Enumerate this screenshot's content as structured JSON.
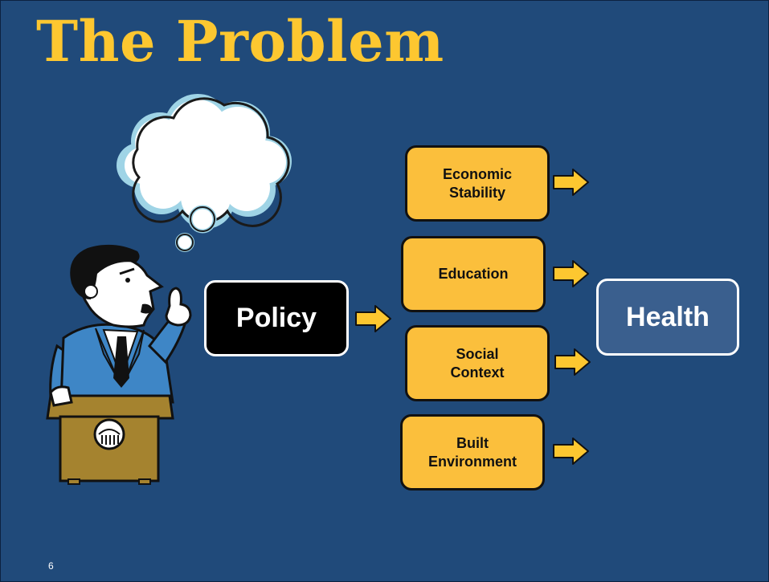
{
  "slide": {
    "title": "The Problem",
    "page_number": "6",
    "background_color": "#204a7a",
    "accent_color": "#fdc730"
  },
  "diagram": {
    "source": {
      "label": "Policy"
    },
    "factors": [
      {
        "label": "Economic\nStability"
      },
      {
        "label": "Education"
      },
      {
        "label": "Social\nContext"
      },
      {
        "label": "Built\nEnvironment"
      }
    ],
    "target": {
      "label": "Health"
    },
    "factor_color": "#fbbf3c",
    "arrow_color": "#fdc730"
  },
  "illustration": {
    "icons": [
      "thought-cloud-icon",
      "speaker-at-podium-icon"
    ]
  }
}
